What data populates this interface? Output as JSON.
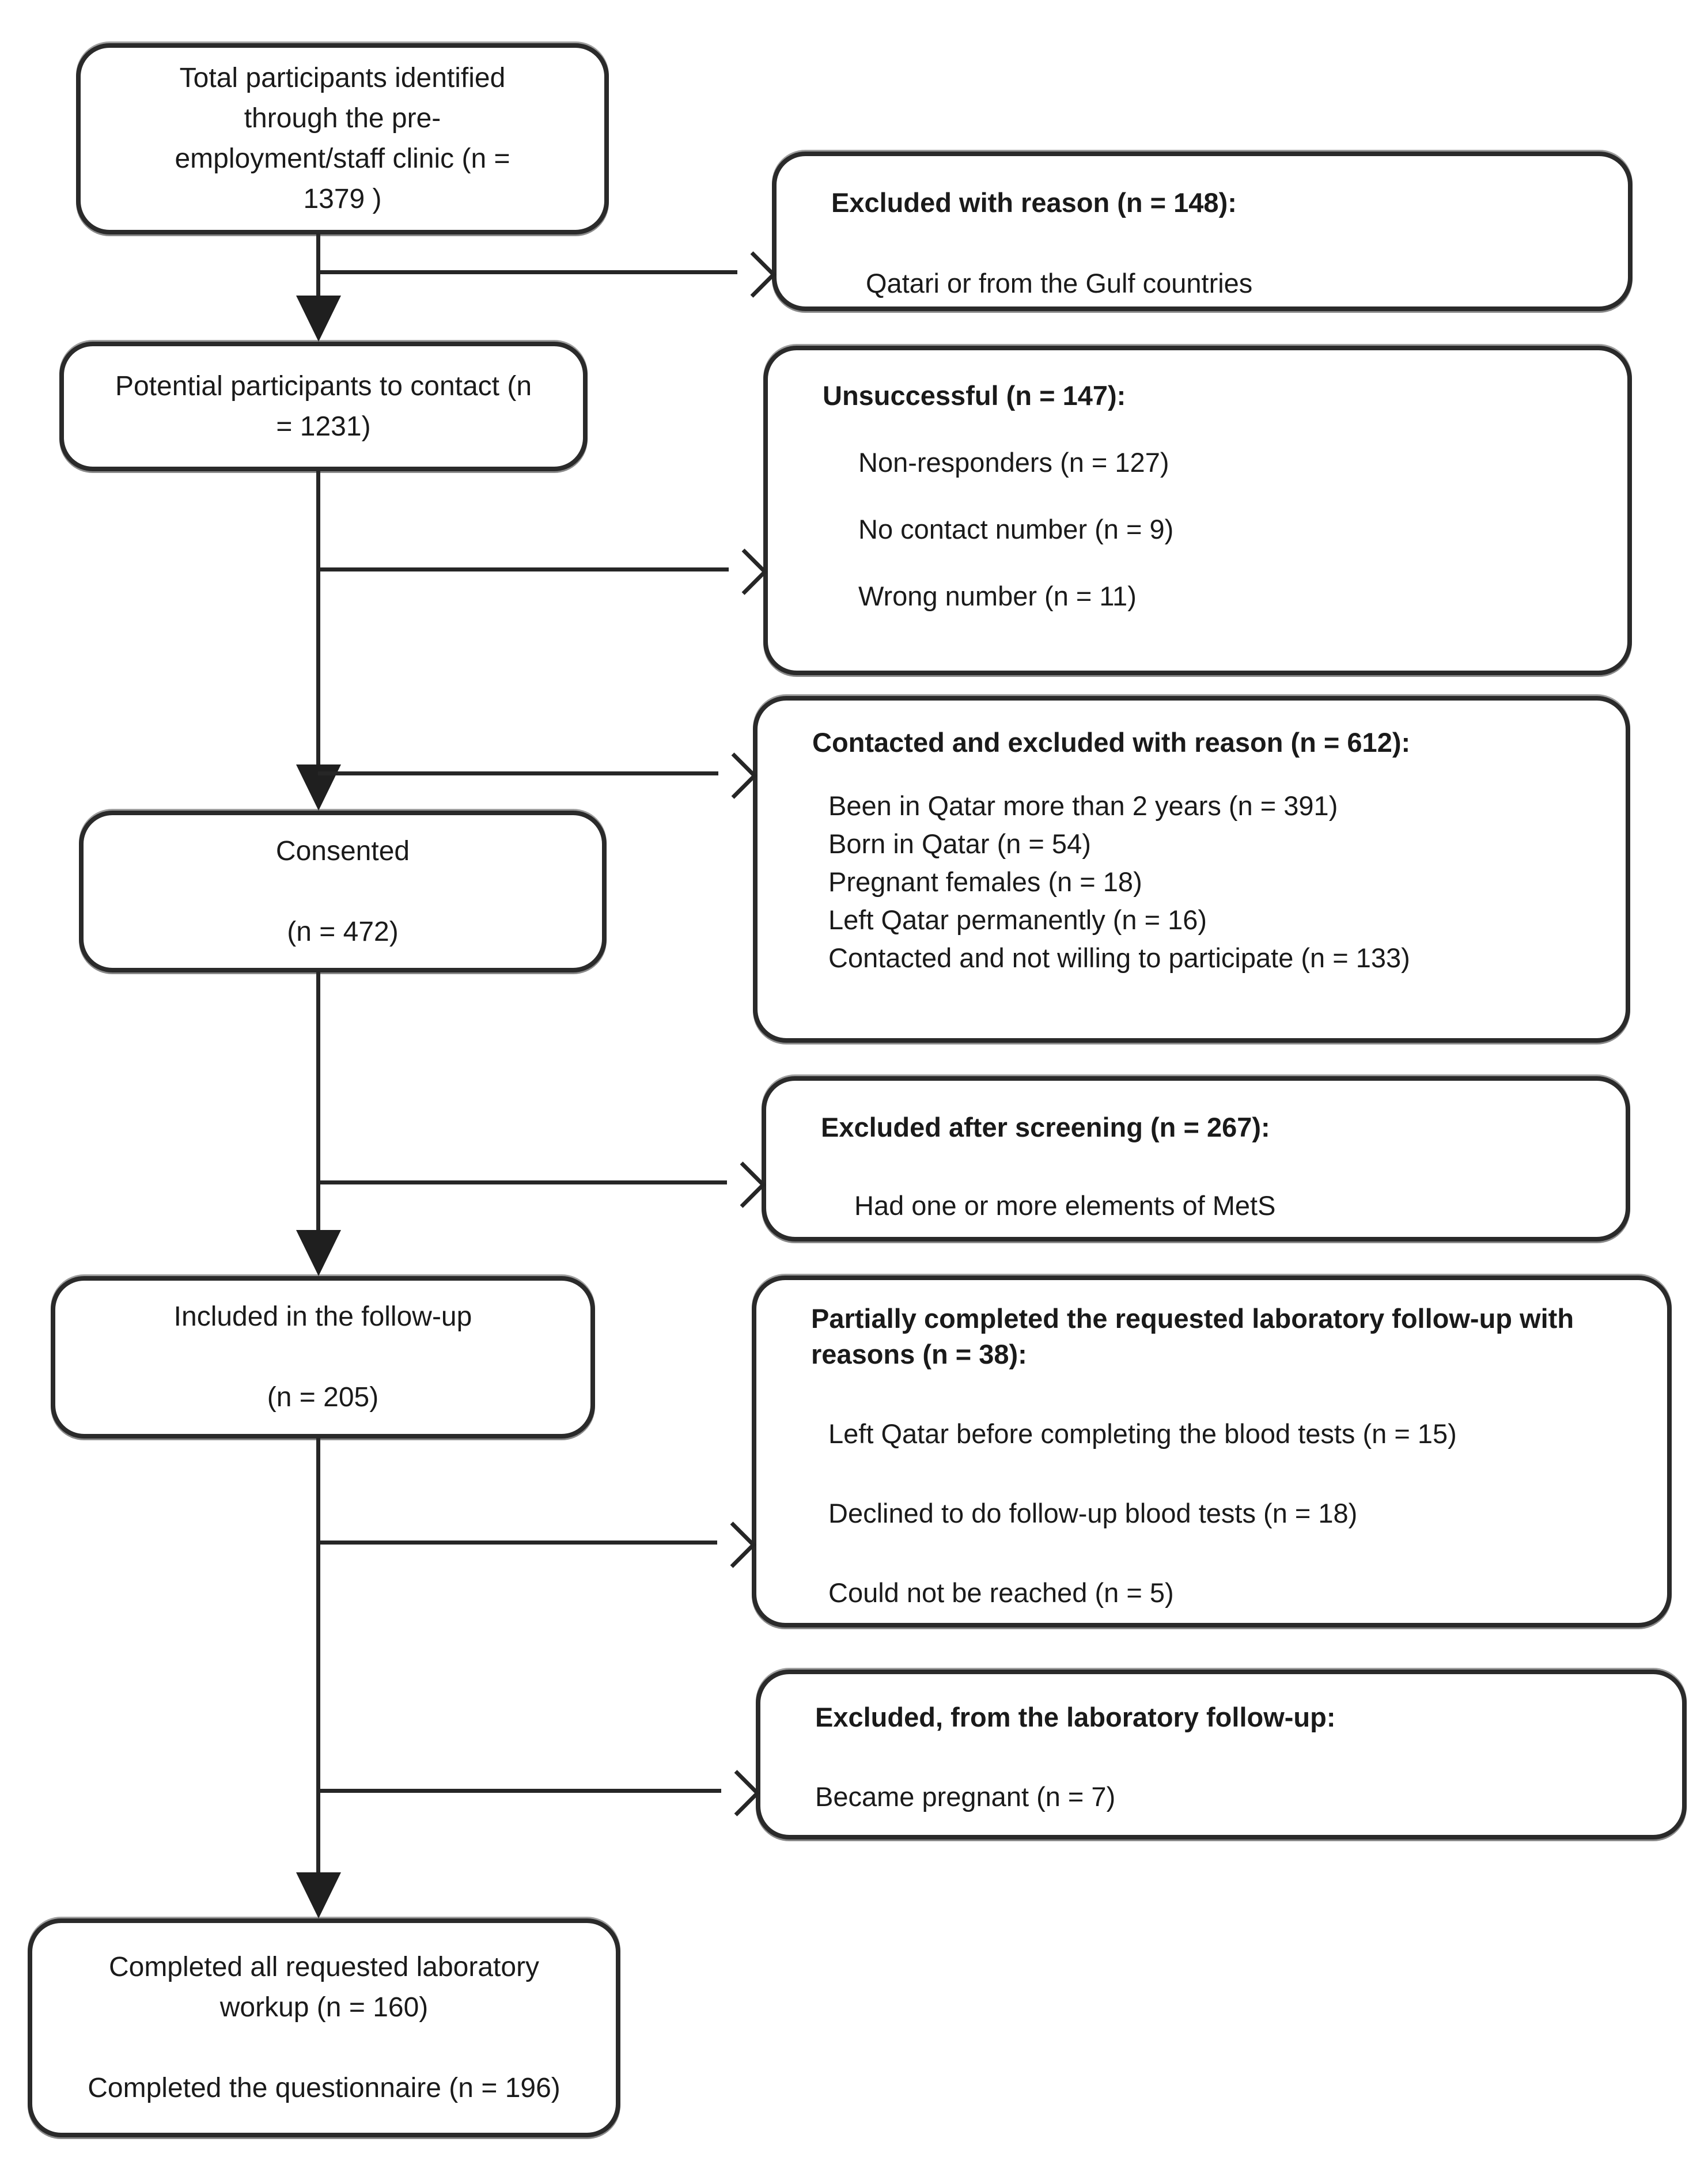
{
  "diagram": {
    "type": "participant-flow-diagram",
    "colors": {
      "background": "#ffffff",
      "line": "#262626",
      "text": "#1a1a1a"
    },
    "main_flow": [
      {
        "text": "Total participants identified\nthrough the pre-\nemployment/staff clinic (n =\n1379 )"
      },
      {
        "text": "Potential participants to contact (n\n= 1231)"
      },
      {
        "text": "Consented\n\n(n = 472)"
      },
      {
        "text": "Included in the follow-up\n\n(n = 205)"
      },
      {
        "text": "Completed all requested laboratory\nworkup (n = 160)\n\nCompleted the questionnaire (n = 196)"
      }
    ],
    "side_boxes": [
      {
        "header": "Excluded with reason (n = 148):",
        "items": [
          "Qatari or from the Gulf countries"
        ]
      },
      {
        "header": "Unsuccessful (n = 147):",
        "items": [
          "Non-responders (n = 127)",
          "No contact number (n = 9)",
          "Wrong number (n = 11)"
        ]
      },
      {
        "header": "Contacted and excluded with reason (n = 612):",
        "items": [
          "Been in Qatar more than 2 years (n = 391)",
          "Born in Qatar (n = 54)",
          "Pregnant females (n = 18)",
          "Left Qatar permanently (n = 16)",
          "Contacted and not willing to participate (n = 133)"
        ]
      },
      {
        "header": "Excluded after screening (n = 267):",
        "items": [
          "Had one or more elements of MetS"
        ]
      },
      {
        "header": "Partially completed the requested laboratory follow-up with\nreasons (n = 38):",
        "items": [
          "Left Qatar before completing the blood tests (n = 15)",
          "Declined to do follow-up blood tests (n = 18)",
          "Could not be reached (n = 5)"
        ]
      },
      {
        "header": "Excluded, from the laboratory follow-up:",
        "items": [
          "Became pregnant (n = 7)"
        ]
      }
    ]
  }
}
